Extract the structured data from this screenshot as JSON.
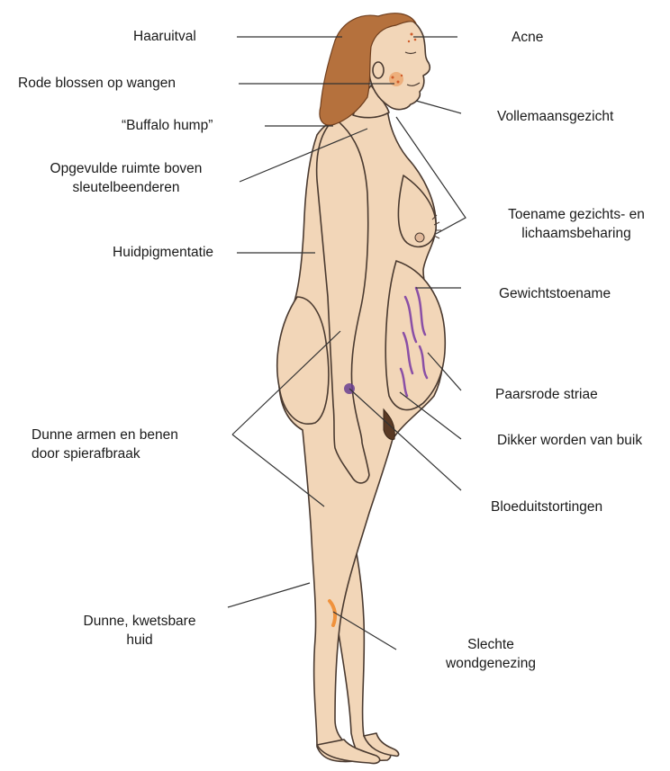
{
  "labels": {
    "haaruitval": "Haaruitval",
    "rode_blossen": "Rode blossen op wangen",
    "buffalo_hump": "“Buffalo hump”",
    "opgevulde_1": "Opgevulde ruimte boven",
    "opgevulde_2": "sleutelbeenderen",
    "huidpigmentatie": "Huidpigmentatie",
    "dunne_armen_1": "Dunne armen en benen",
    "dunne_armen_2": "door spierafbraak",
    "dunne_huid_1": "Dunne, kwetsbare",
    "dunne_huid_2": "huid",
    "acne": "Acne",
    "vollemaansgezicht": "Vollemaansgezicht",
    "toename_1": "Toename gezichts- en",
    "toename_2": "lichaamsbeharing",
    "gewichtstoename": "Gewichtstoename",
    "paarsrode_striae": "Paarsrode striae",
    "dikker_buik": "Dikker worden van buik",
    "bloeduitstortingen": "Bloeduitstortingen",
    "slechte_1": "Slechte",
    "slechte_2": "wondgenezing"
  },
  "colors": {
    "skin": "#f2d6b8",
    "outline": "#4a3a30",
    "hair": "#b5713d",
    "striae": "#8a4fa6",
    "wound": "#f0923c",
    "flush": "#e8873f",
    "leader": "#333333"
  }
}
